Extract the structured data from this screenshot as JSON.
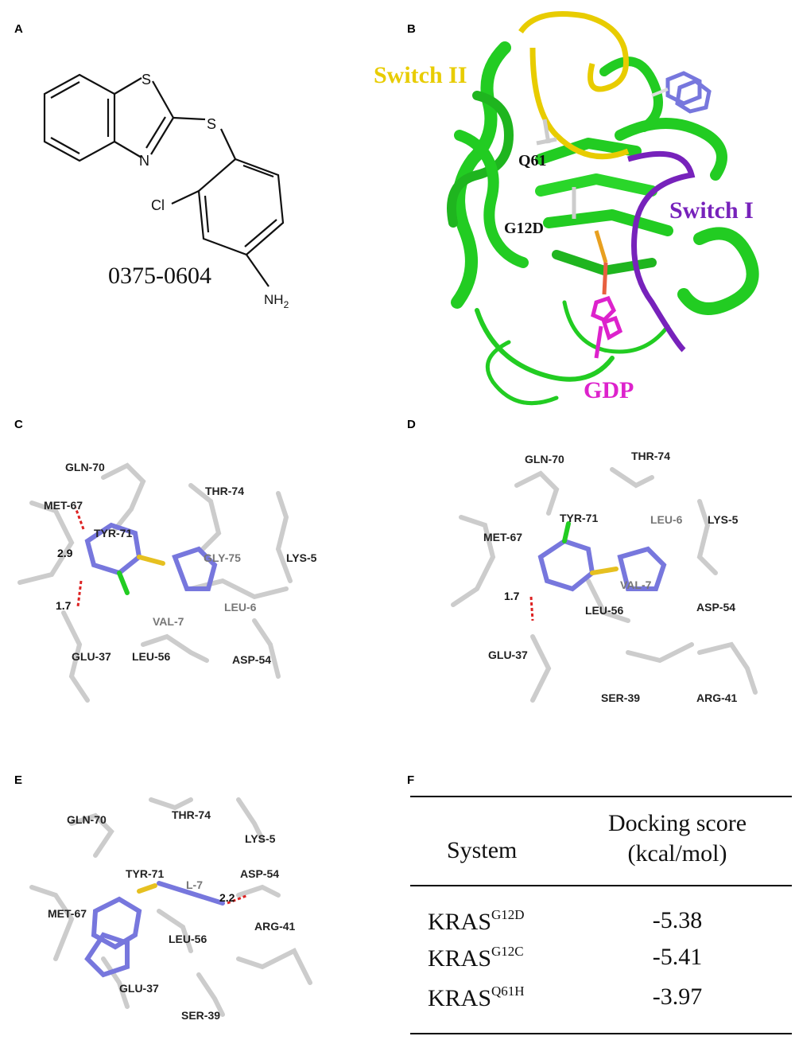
{
  "panels": {
    "a": {
      "label": "A",
      "compound_id": "0375-0604",
      "atoms": {
        "s1": "S",
        "s2": "S",
        "n": "N",
        "cl": "Cl",
        "nh2": "NH",
        "nh2_sub": "2"
      }
    },
    "b": {
      "label": "B",
      "switch2": "Switch II",
      "switch1": "Switch I",
      "q61": "Q61",
      "g12d": "G12D",
      "gdp": "GDP"
    },
    "c": {
      "label": "C",
      "residues": [
        "GLN-70",
        "MET-67",
        "THR-74",
        "TYR-71",
        "GLY-75",
        "LYS-5",
        "LEU-6",
        "VAL-7",
        "GLU-37",
        "LEU-56",
        "ASP-54"
      ],
      "distances": [
        "2.9",
        "1.7"
      ]
    },
    "d": {
      "label": "D",
      "residues": [
        "GLN-70",
        "THR-74",
        "TYR-71",
        "MET-67",
        "LEU-6",
        "LYS-5",
        "VAL-7",
        "ASP-54",
        "LEU-56",
        "GLU-37",
        "SER-39",
        "ARG-41"
      ],
      "distances": [
        "1.7"
      ]
    },
    "e": {
      "label": "E",
      "residues": [
        "GLN-70",
        "THR-74",
        "LYS-5",
        "TYR-71",
        "ASP-54",
        "MET-67",
        "LEU-56",
        "ARG-41",
        "GLU-37",
        "SER-39"
      ],
      "distances": [
        "2.2"
      ],
      "faint": "L-7"
    },
    "f": {
      "label": "F",
      "header_system": "System",
      "header_score_line1": "Docking score",
      "header_score_line2": "(kcal/mol)",
      "rows": [
        {
          "base": "KRAS",
          "sup": "G12D",
          "score": "-5.38"
        },
        {
          "base": "KRAS",
          "sup": "G12C",
          "score": "-5.41"
        },
        {
          "base": "KRAS",
          "sup": "Q61H",
          "score": "-3.97"
        }
      ]
    }
  },
  "colors": {
    "protein": "#22cc22",
    "switch2": "#e8cc00",
    "switch1": "#7722bb",
    "gdp": "#dd22cc",
    "ligand": "#7777dd",
    "sulfur": "#e6c020",
    "oxygen": "#dd2222",
    "nitrogen": "#2233cc",
    "chlorine": "#22cc22",
    "carbon": "#cccccc"
  }
}
